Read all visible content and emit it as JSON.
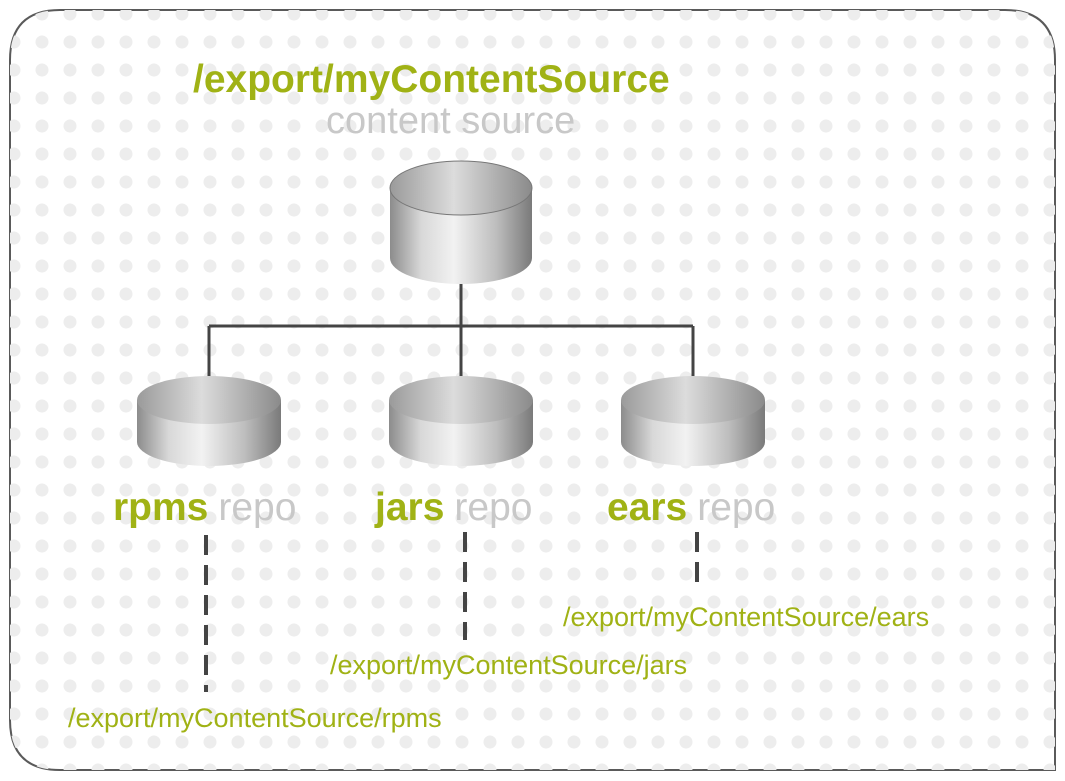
{
  "colors": {
    "accent": "#a0b215",
    "muted": "#c8c8c8",
    "line": "#444444",
    "frame": "#5a5a5a",
    "dot": "#ececec"
  },
  "source": {
    "path": "/export/myContentSource",
    "caption": "content source",
    "icon": "database-icon"
  },
  "repos": [
    {
      "name": "rpms",
      "suffix": "repo",
      "path": "/export/myContentSource/rpms",
      "icon": "database-icon"
    },
    {
      "name": "jars",
      "suffix": "repo",
      "path": "/export/myContentSource/jars",
      "icon": "database-icon"
    },
    {
      "name": "ears",
      "suffix": "repo",
      "path": "/export/myContentSource/ears",
      "icon": "database-icon"
    }
  ]
}
